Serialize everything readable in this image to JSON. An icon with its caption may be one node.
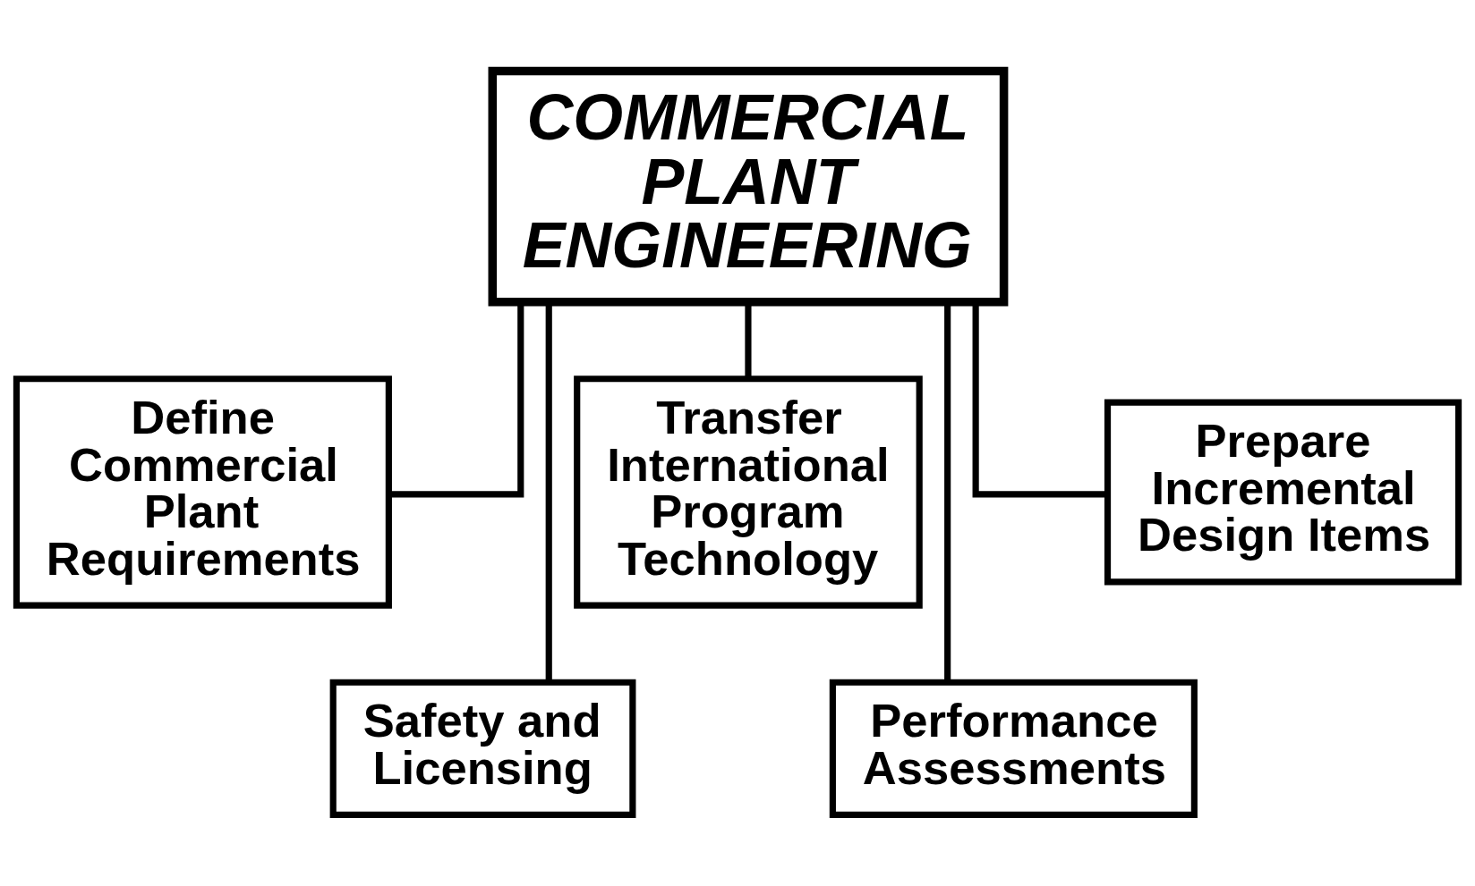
{
  "diagram": {
    "nodes": [
      {
        "text": [
          "COMMERCIAL PLANT ENGINEERING"
        ]
      },
      {
        "text": [
          "Define Commercial Plant Requirements"
        ]
      },
      {
        "text": [
          "Safety and Licensing"
        ]
      },
      {
        "text": [
          "Transfer International Program Technology"
        ]
      },
      {
        "text": [
          "Performance Assessments"
        ]
      },
      {
        "text": [
          "Prepare Incremental Design Items"
        ]
      }
    ],
    "edges": [
      {
        "from": 0,
        "to": 1,
        "arrow": "none"
      },
      {
        "from": 0,
        "to": 2,
        "arrow": "none"
      },
      {
        "from": 0,
        "to": 3,
        "arrow": "none"
      },
      {
        "from": 0,
        "to": 4,
        "arrow": "none"
      },
      {
        "from": 0,
        "to": 5,
        "arrow": "none"
      }
    ]
  }
}
